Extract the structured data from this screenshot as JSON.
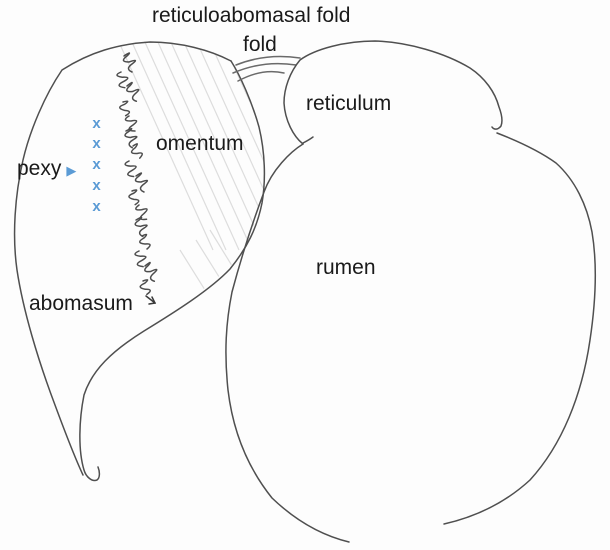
{
  "diagram": {
    "title": "reticuloabomasal fold",
    "labels": {
      "fold": "fold",
      "reticulum": "reticulum",
      "omentum": "omentum",
      "pexy": "pexy",
      "abomasum": "abomasum",
      "rumen": "rumen"
    },
    "pexy_marks": [
      "x",
      "x",
      "x",
      "x",
      "x"
    ],
    "icons": {
      "pexy_arrow": "▶"
    },
    "colors": {
      "marker_blue": "#5B9BD5",
      "pencil_line": "#4f4f4f",
      "suture_scribble": "#3a3a3a",
      "hatch_shading": "#b5b5b5",
      "text": "#1a1a1a",
      "background": "#fdfdfd"
    }
  }
}
